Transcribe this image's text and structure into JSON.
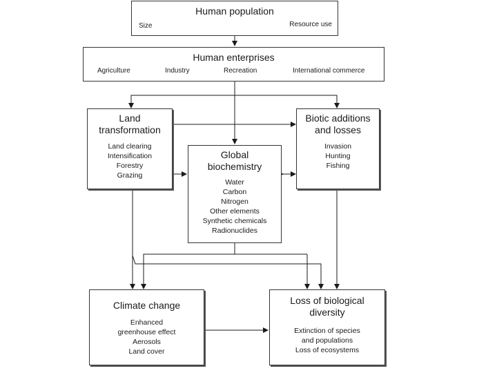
{
  "human_population": {
    "title": "Human population",
    "left_label": "Size",
    "right_label": "Resource use"
  },
  "human_enterprises": {
    "title": "Human enterprises",
    "items": [
      "Agriculture",
      "Industry",
      "Recreation",
      "International commerce"
    ]
  },
  "land_transformation": {
    "title_lines": [
      "Land",
      "transformation"
    ],
    "items": [
      "Land clearing",
      "Intensification",
      "Forestry",
      "Grazing"
    ]
  },
  "biotic": {
    "title_lines": [
      "Biotic additions",
      "and losses"
    ],
    "items": [
      "Invasion",
      "Hunting",
      "Fishing"
    ]
  },
  "global_biochemistry": {
    "title_lines": [
      "Global",
      "biochemistry"
    ],
    "items": [
      "Water",
      "Carbon",
      "Nitrogen",
      "Other elements",
      "Synthetic chemicals",
      "Radionuclides"
    ]
  },
  "climate_change": {
    "title": "Climate change",
    "items": [
      "Enhanced",
      "greenhouse effect",
      "Aerosols",
      "Land cover"
    ]
  },
  "loss_biodiversity": {
    "title_lines": [
      "Loss of biological",
      "diversity"
    ],
    "items": [
      "Extinction of species",
      "and populations",
      "Loss of ecosystems"
    ]
  }
}
